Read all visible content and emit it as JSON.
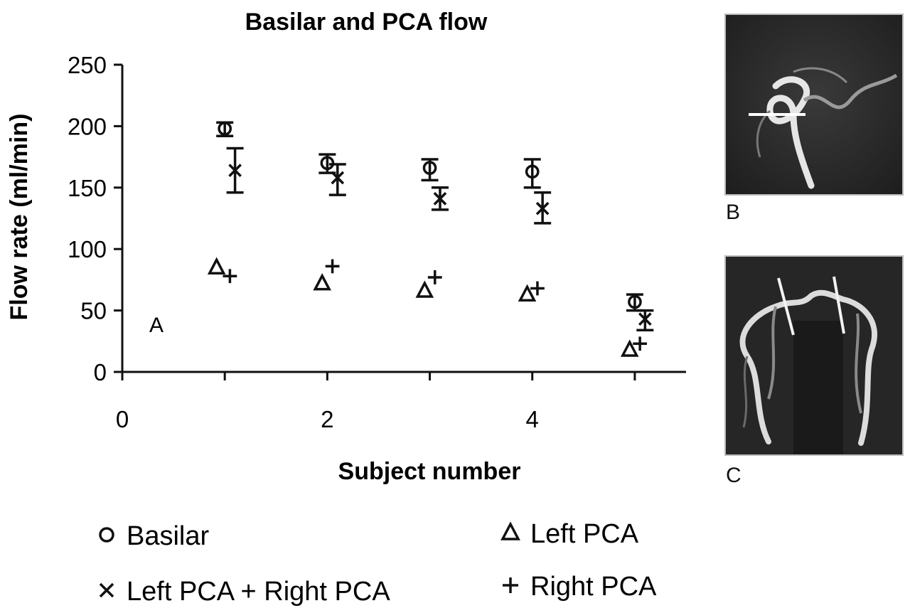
{
  "chart_data": {
    "type": "scatter",
    "title": "Basilar and PCA flow",
    "xlabel": "Subject number",
    "ylabel": "Flow rate (ml/min)",
    "xlim": [
      0,
      5.5
    ],
    "ylim": [
      0,
      250
    ],
    "xticks": [
      "0",
      "2",
      "4"
    ],
    "yticks": [
      "0",
      "50",
      "100",
      "150",
      "200",
      "250"
    ],
    "grid": false,
    "legend_position": "bottom",
    "panel_label": "A",
    "series": [
      {
        "name": "Basilar",
        "marker": "circle",
        "points": [
          {
            "x": 1.0,
            "y": 198,
            "lo": 192,
            "hi": 203
          },
          {
            "x": 2.0,
            "y": 170,
            "lo": 162,
            "hi": 177
          },
          {
            "x": 3.0,
            "y": 166,
            "lo": 156,
            "hi": 173
          },
          {
            "x": 4.0,
            "y": 163,
            "lo": 150,
            "hi": 173
          },
          {
            "x": 5.0,
            "y": 57,
            "lo": 50,
            "hi": 63
          }
        ]
      },
      {
        "name": "Left PCA + Right PCA",
        "marker": "x",
        "points": [
          {
            "x": 1.1,
            "y": 164,
            "lo": 146,
            "hi": 182
          },
          {
            "x": 2.1,
            "y": 158,
            "lo": 144,
            "hi": 169
          },
          {
            "x": 3.1,
            "y": 141,
            "lo": 132,
            "hi": 150
          },
          {
            "x": 4.1,
            "y": 133,
            "lo": 121,
            "hi": 146
          },
          {
            "x": 5.1,
            "y": 43,
            "lo": 34,
            "hi": 50
          }
        ]
      },
      {
        "name": "Left PCA",
        "marker": "triangle",
        "points": [
          {
            "x": 0.92,
            "y": 85
          },
          {
            "x": 1.95,
            "y": 72
          },
          {
            "x": 2.95,
            "y": 66
          },
          {
            "x": 3.95,
            "y": 63
          },
          {
            "x": 4.95,
            "y": 18
          }
        ]
      },
      {
        "name": "Right PCA",
        "marker": "plus",
        "points": [
          {
            "x": 1.05,
            "y": 78
          },
          {
            "x": 2.05,
            "y": 86
          },
          {
            "x": 3.05,
            "y": 77
          },
          {
            "x": 4.05,
            "y": 68
          },
          {
            "x": 5.05,
            "y": 23
          }
        ]
      }
    ]
  },
  "panels": {
    "b_label": "B",
    "c_label": "C"
  }
}
